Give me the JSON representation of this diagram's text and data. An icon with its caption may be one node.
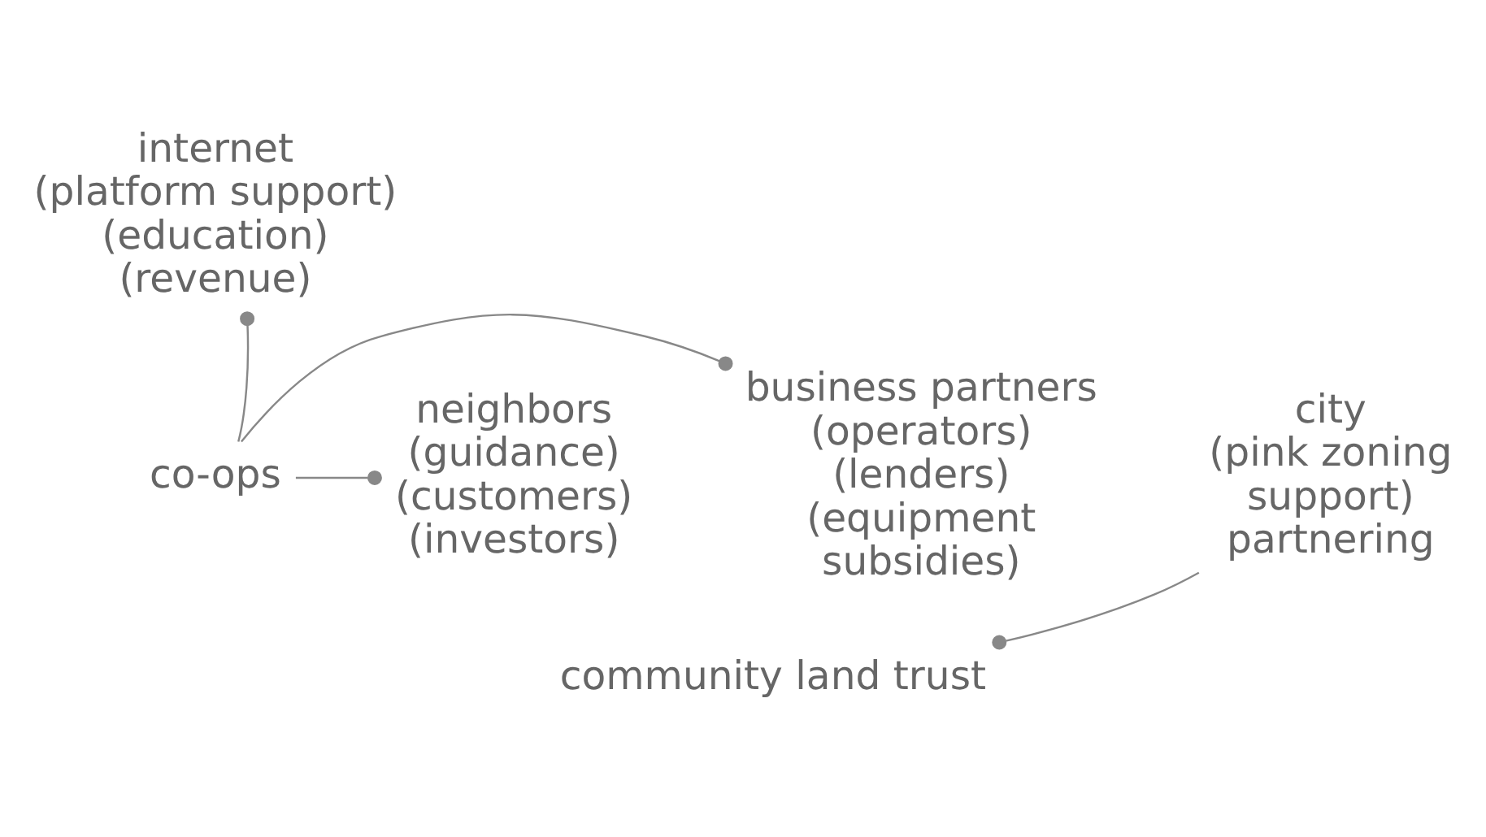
{
  "diagram": {
    "nodes": [
      {
        "text": [
          "internet",
          "(platform support)",
          "(education)",
          "(revenue)"
        ]
      },
      {
        "text": [
          "business partners",
          "(operators)",
          "(lenders)",
          "(equipment subsidies)"
        ]
      },
      {
        "text": [
          "co-ops"
        ]
      },
      {
        "text": [
          "neighbors",
          "(guidance)",
          "(customers)",
          "(investors)"
        ]
      },
      {
        "text": [
          "community land trust"
        ]
      },
      {
        "text": [
          "city",
          "(pink zoning support)",
          "partnering"
        ]
      }
    ],
    "edges": [
      {
        "from": 2,
        "to": 0,
        "arrow": "other"
      },
      {
        "from": 2,
        "to": 1,
        "arrow": "other"
      },
      {
        "from": 2,
        "to": 3,
        "arrow": "other"
      },
      {
        "from": 5,
        "to": 4,
        "arrow": "other"
      }
    ]
  }
}
